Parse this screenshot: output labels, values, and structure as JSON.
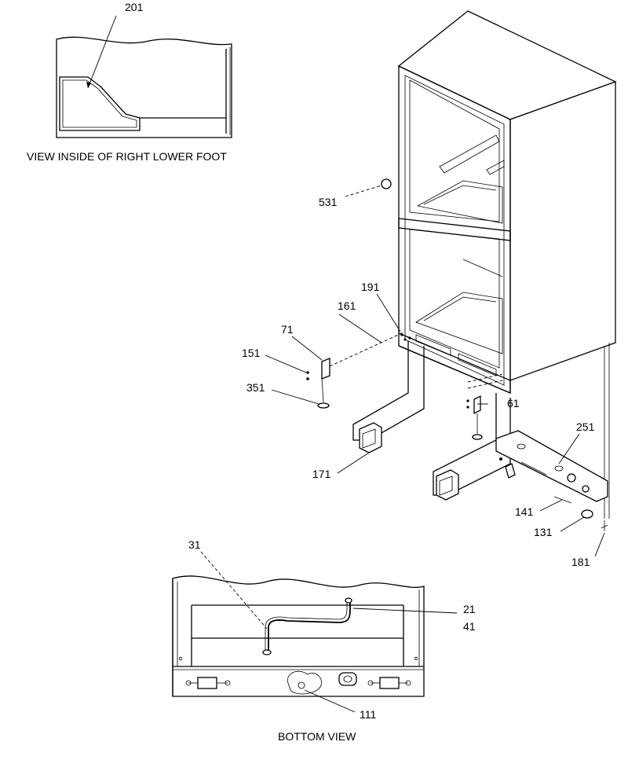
{
  "captions": {
    "inset_top": "VIEW INSIDE OF RIGHT LOWER FOOT",
    "inset_bottom": "BOTTOM VIEW"
  },
  "callouts": {
    "c201": "201",
    "c531": "531",
    "c191": "191",
    "c161": "161",
    "c71": "71",
    "c151": "151",
    "c351": "351",
    "c171": "171",
    "c61": "61",
    "c251": "251",
    "c141": "141",
    "c131": "131",
    "c181": "181",
    "c31": "31",
    "c21": "21",
    "c41": "41",
    "c111": "111"
  }
}
